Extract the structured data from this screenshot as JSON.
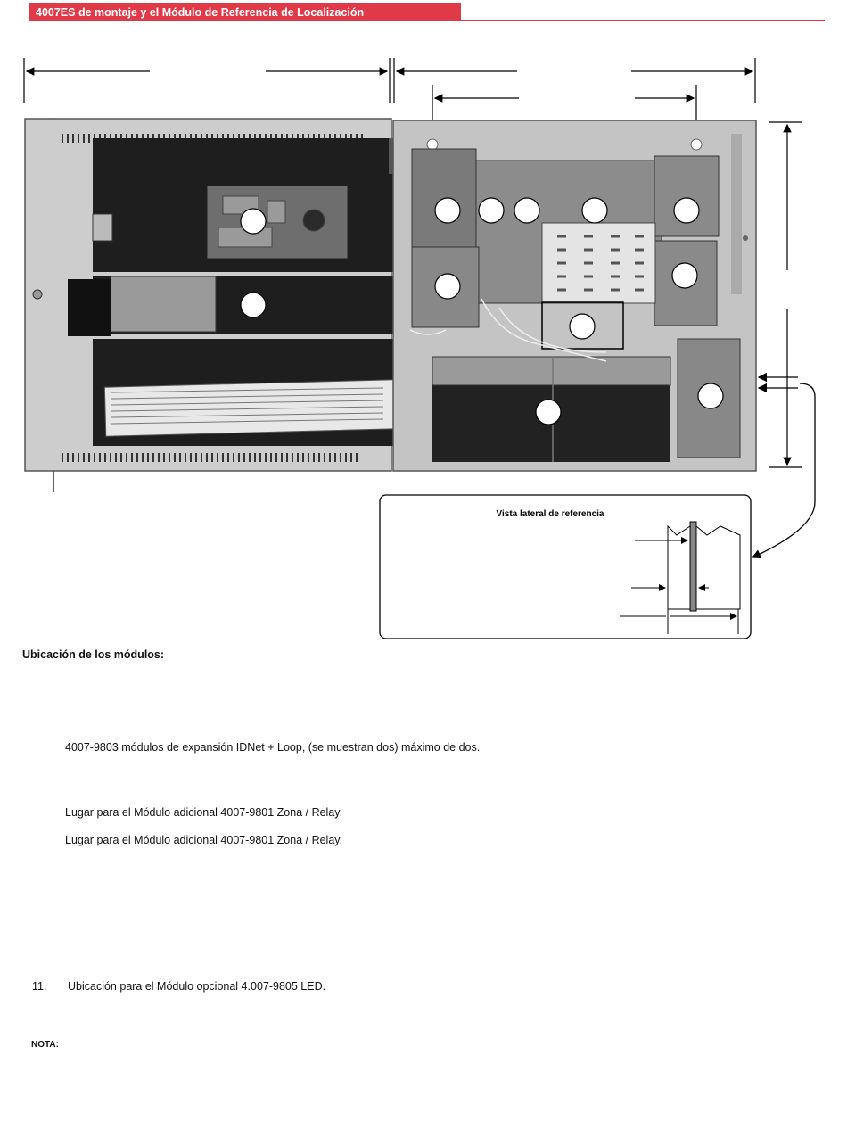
{
  "header": {
    "title": "4007ES de montaje y el Módulo de Referencia de Localización",
    "accent_color": "#e03a48"
  },
  "figure": {
    "side_view_title": "Vista lateral de referencia",
    "enclosure_color": "#c9c9c9",
    "dark_panel_color": "#1e1e1e"
  },
  "section": {
    "heading": "Ubicación de los módulos:",
    "items": [
      "4007-9803 módulos de expansión IDNet + Loop, (se muestran dos) máximo de dos.",
      "Lugar para el Módulo adicional 4007-9801 Zona / Relay.",
      "Lugar para el Módulo adicional 4007-9801 Zona / Relay."
    ],
    "item11_number": "11.",
    "item11_text": "Ubicación para el Módulo opcional 4.007-9805 LED.",
    "note_label": "NOTA:"
  }
}
